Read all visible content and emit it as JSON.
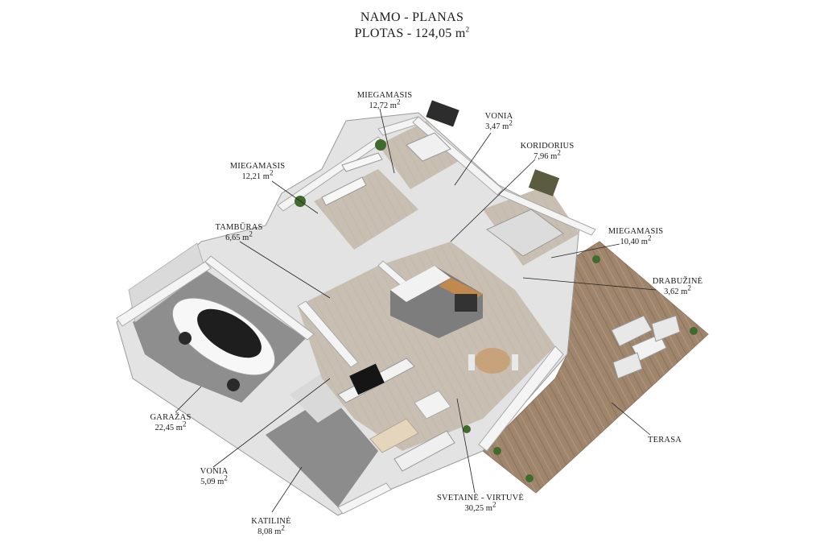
{
  "title": {
    "line1": "NAMO - PLANAS",
    "line2_prefix": "PLOTAS - 124,05 m",
    "line2_sup": "2"
  },
  "unit_sup": "2",
  "rooms": [
    {
      "name": "MIEGAMASIS",
      "area": "12,72 m"
    },
    {
      "name": "VONIA",
      "area": "3,47 m"
    },
    {
      "name": "KORIDORIUS",
      "area": "7,96 m"
    },
    {
      "name": "MIEGAMASIS",
      "area": "12,21 m"
    },
    {
      "name": "TAMBŪRAS",
      "area": "6,65 m"
    },
    {
      "name": "MIEGAMASIS",
      "area": "10,40 m"
    },
    {
      "name": "DRABUŽINĖ",
      "area": "3,62 m"
    },
    {
      "name": "GARAŽAS",
      "area": "22,45 m"
    },
    {
      "name": "VONIA",
      "area": "5,09 m"
    },
    {
      "name": "KATILINĖ",
      "area": "8,08 m"
    },
    {
      "name": "SVETAINĖ - VIRTUVĖ",
      "area": "30,25 m"
    },
    {
      "name": "TERASA",
      "area": ""
    }
  ]
}
